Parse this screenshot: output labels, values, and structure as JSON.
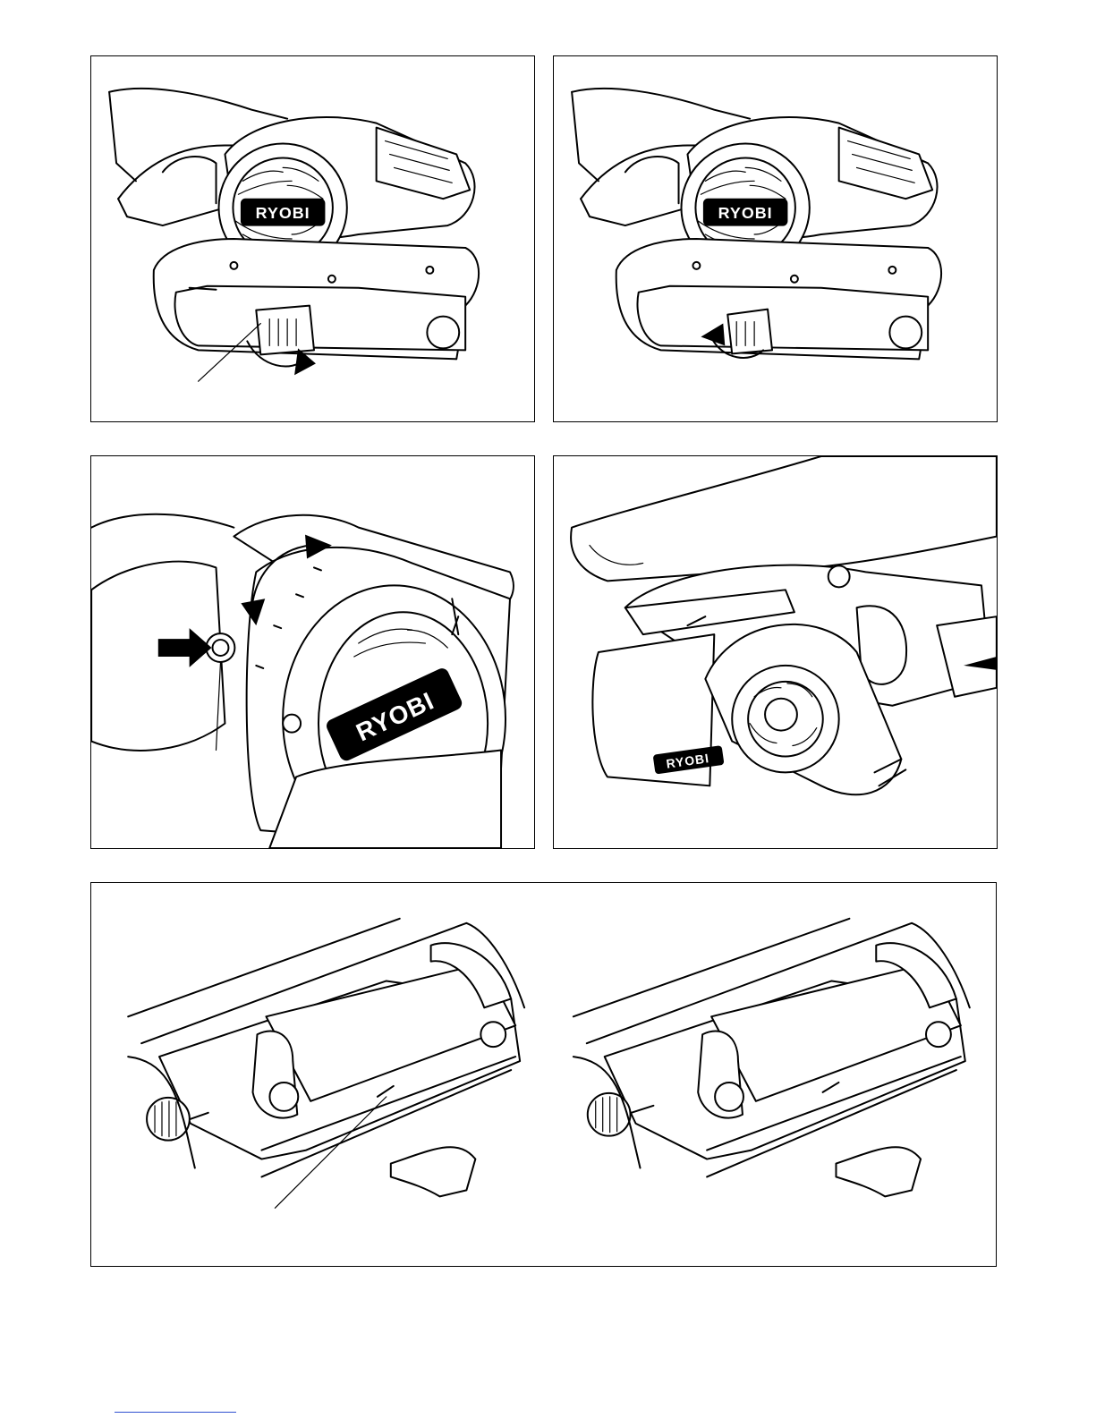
{
  "brand": {
    "logo_text": "RYOBI",
    "logo_mark": "®"
  },
  "figures": [
    {
      "id": "fig-1",
      "caption": ""
    },
    {
      "id": "fig-2",
      "caption": ""
    },
    {
      "id": "fig-3",
      "caption": ""
    },
    {
      "id": "fig-4",
      "caption": ""
    },
    {
      "id": "fig-5",
      "caption": ""
    }
  ]
}
